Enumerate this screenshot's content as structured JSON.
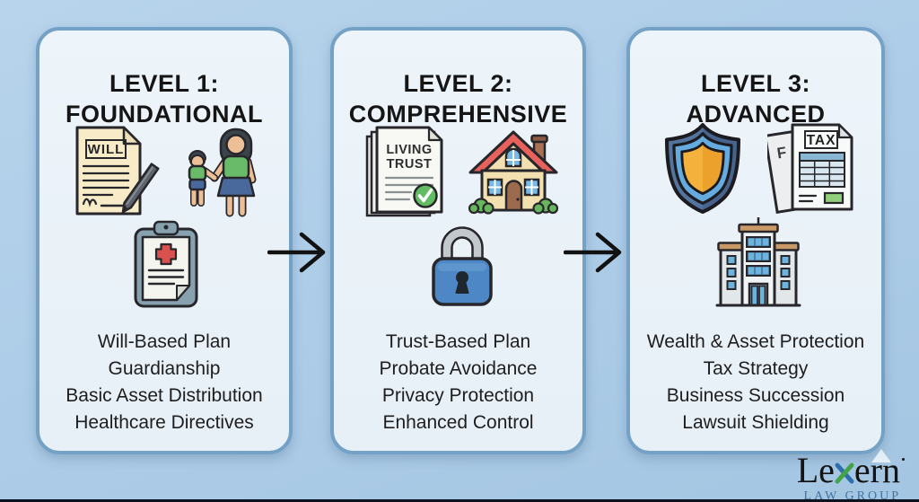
{
  "page": {
    "background_top": "#b8d4ec",
    "background_bottom": "#a4c6e2",
    "card_fill": "#ebf3fa",
    "card_border": "#74a2c7",
    "bottom_bar_color": "#0b1220",
    "arrow_color": "#111111"
  },
  "cards": [
    {
      "id": "level-1",
      "title_line1": "LEVEL 1:",
      "title_line2": "FOUNDATIONAL",
      "icons": [
        "will-document-icon",
        "family-guardianship-icon",
        "healthcare-clipboard-icon"
      ],
      "will_label": "WILL",
      "items": [
        "Will-Based Plan",
        "Guardianship",
        "Basic Asset Distribution",
        "Healthcare Directives"
      ]
    },
    {
      "id": "level-2",
      "title_line1": "LEVEL 2:",
      "title_line2": "COMPREHENSIVE",
      "icons": [
        "living-trust-document-icon",
        "house-icon",
        "padlock-icon"
      ],
      "trust_label_line1": "LIVING",
      "trust_label_line2": "TRUST",
      "items": [
        "Trust-Based Plan",
        "Probate Avoidance",
        "Privacy Protection",
        "Enhanced Control"
      ]
    },
    {
      "id": "level-3",
      "title_line1": "LEVEL 3:",
      "title_line2": "ADVANCED",
      "icons": [
        "shield-icon",
        "tax-documents-icon",
        "office-building-icon"
      ],
      "tax_label": "TAX",
      "tax_back_label": "F",
      "items": [
        "Wealth & Asset Protection",
        "Tax Strategy",
        "Business Succession",
        "Lawsuit Shielding"
      ]
    }
  ],
  "arrows": [
    "arrow-level1-to-level2",
    "arrow-level2-to-level3"
  ],
  "logo": {
    "name_prefix": "Le",
    "name_suffix": "ern",
    "subtitle": "LAW GROUP",
    "name_color": "#141414",
    "subtitle_color": "#40749f",
    "x_backslash_color": "#2e6fac",
    "x_slash_color": "#44a348"
  }
}
